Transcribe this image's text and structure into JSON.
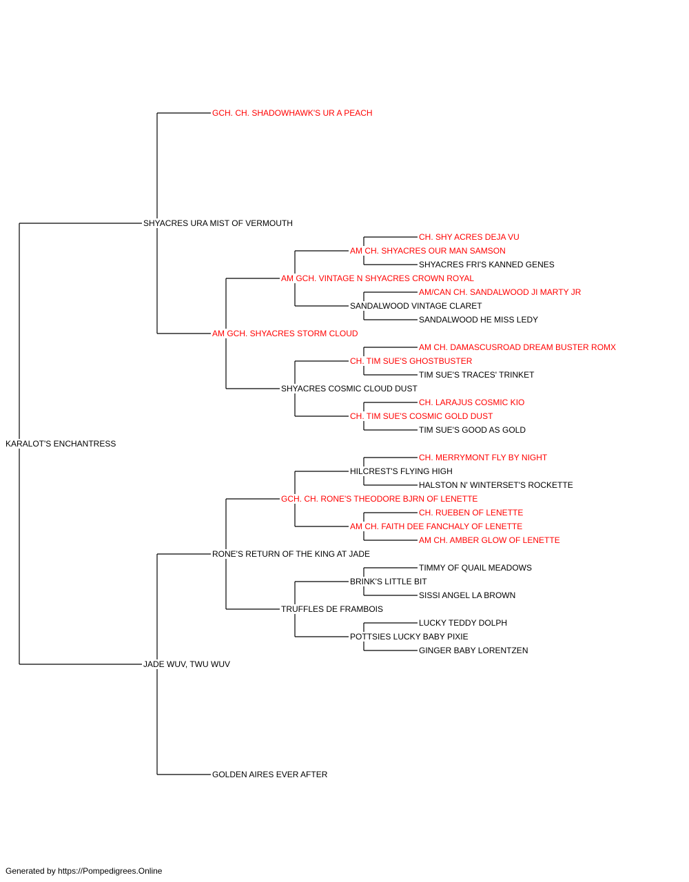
{
  "colors": {
    "champion": "#ff0000",
    "normal": "#000000",
    "line": "#000000"
  },
  "footer": "Generated by https://Pompedigrees.Online",
  "pedigree": {
    "name": "KARALOT'S ENCHANTRESS",
    "champion": false,
    "sire": {
      "name": "SHYACRES URA MIST OF VERMOUTH",
      "champion": false,
      "sire": {
        "name": "GCH. CH. SHADOWHAWK'S UR A PEACH",
        "champion": true
      },
      "dam": {
        "name": "AM GCH. SHYACRES STORM CLOUD",
        "champion": true,
        "sire": {
          "name": "AM GCH. VINTAGE N SHYACRES CROWN ROYAL",
          "champion": true,
          "sire": {
            "name": "AM CH. SHYACRES OUR MAN SAMSON",
            "champion": true,
            "sire": {
              "name": "CH. SHY ACRES DEJA VU",
              "champion": true
            },
            "dam": {
              "name": "SHYACRES FRI'S KANNED GENES",
              "champion": false
            }
          },
          "dam": {
            "name": "SANDALWOOD VINTAGE CLARET",
            "champion": false,
            "sire": {
              "name": "AM/CAN CH. SANDALWOOD JI MARTY JR",
              "champion": true
            },
            "dam": {
              "name": "SANDALWOOD HE MISS LEDY",
              "champion": false
            }
          }
        },
        "dam": {
          "name": "SHYACRES COSMIC CLOUD DUST",
          "champion": false,
          "sire": {
            "name": "CH. TIM SUE'S GHOSTBUSTER",
            "champion": true,
            "sire": {
              "name": "AM CH. DAMASCUSROAD DREAM BUSTER ROMX",
              "champion": true
            },
            "dam": {
              "name": "TIM SUE'S TRACES' TRINKET",
              "champion": false
            }
          },
          "dam": {
            "name": "CH. TIM SUE'S COSMIC GOLD DUST",
            "champion": true,
            "sire": {
              "name": "CH. LARAJUS COSMIC KIO",
              "champion": true
            },
            "dam": {
              "name": "TIM SUE'S GOOD AS GOLD",
              "champion": false
            }
          }
        }
      }
    },
    "dam": {
      "name": "JADE WUV, TWU WUV",
      "champion": false,
      "sire": {
        "name": "RONE'S RETURN OF THE KING AT JADE",
        "champion": false,
        "sire": {
          "name": "GCH. CH. RONE'S THEODORE BJRN OF LENETTE",
          "champion": true,
          "sire": {
            "name": "HILCREST'S FLYING HIGH",
            "champion": false,
            "sire": {
              "name": "CH. MERRYMONT FLY BY NIGHT",
              "champion": true
            },
            "dam": {
              "name": "HALSTON N' WINTERSET'S ROCKETTE",
              "champion": false
            }
          },
          "dam": {
            "name": "AM CH. FAITH DEE FANCHALY OF LENETTE",
            "champion": true,
            "sire": {
              "name": "CH. RUEBEN OF LENETTE",
              "champion": true
            },
            "dam": {
              "name": "AM CH. AMBER GLOW OF LENETTE",
              "champion": true
            }
          }
        },
        "dam": {
          "name": "TRUFFLES DE FRAMBOIS",
          "champion": false,
          "sire": {
            "name": "BRINK'S LITTLE BIT",
            "champion": false,
            "sire": {
              "name": "TIMMY OF QUAIL MEADOWS",
              "champion": false
            },
            "dam": {
              "name": "SISSI ANGEL LA BROWN",
              "champion": false
            }
          },
          "dam": {
            "name": "POTTSIES LUCKY BABY PIXIE",
            "champion": false,
            "sire": {
              "name": "LUCKY TEDDY DOLPH",
              "champion": false
            },
            "dam": {
              "name": "GINGER BABY LORENTZEN",
              "champion": false
            }
          }
        }
      },
      "dam": {
        "name": "GOLDEN AIRES EVER AFTER",
        "champion": false
      }
    }
  }
}
